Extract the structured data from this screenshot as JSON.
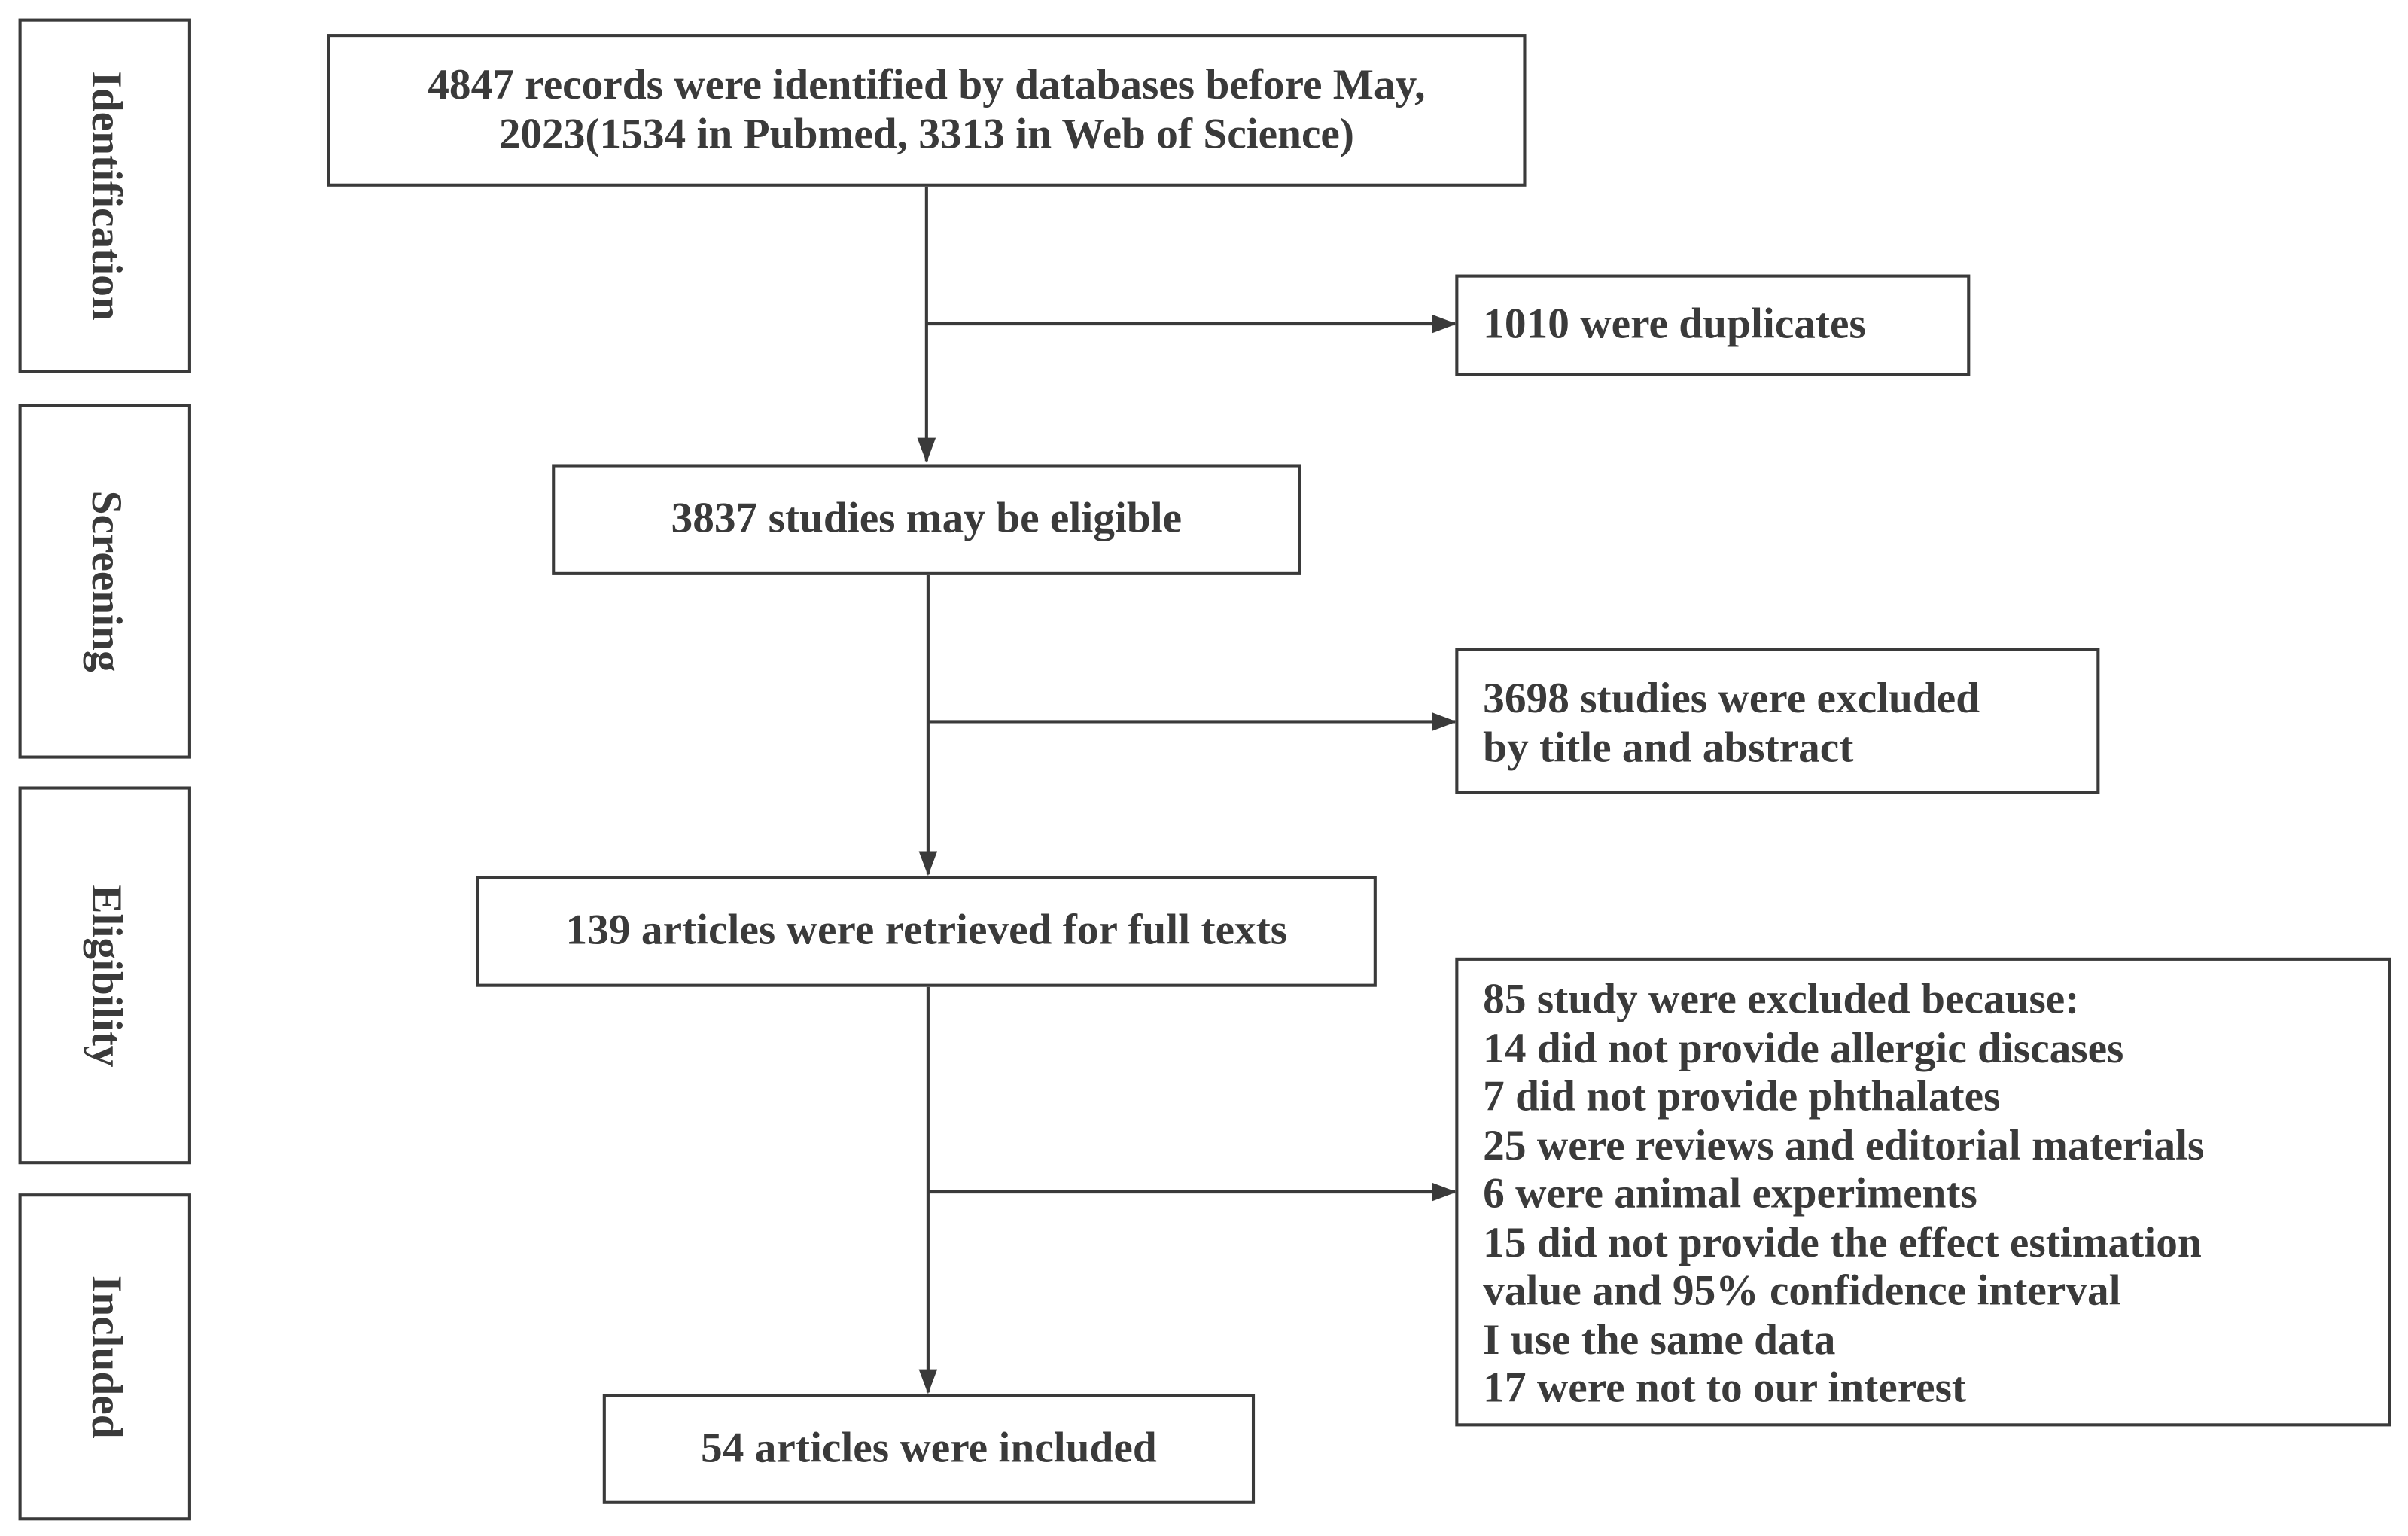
{
  "stages": [
    {
      "id": "identification",
      "label": "Identification"
    },
    {
      "id": "screening",
      "label": "Screening"
    },
    {
      "id": "eligibility",
      "label": "Eligibility"
    },
    {
      "id": "included",
      "label": "Included"
    }
  ],
  "flow": {
    "identified": {
      "lines": [
        "4847 records were identified by databases before May,",
        "2023(1534 in Pubmed, 3313 in Web of Science)"
      ]
    },
    "duplicates": {
      "text": "1010 were duplicates"
    },
    "eligible": {
      "text": "3837 studies may be eligible"
    },
    "title_abstract_excluded": {
      "lines": [
        "3698 studies were excluded",
        "by title and abstract"
      ]
    },
    "full_text": {
      "text": "139 articles were retrieved for full texts"
    },
    "full_text_excluded": {
      "lines": [
        "85 study were excluded because:",
        "14 did not provide allergic discases",
        "7 did not provide phthalates",
        "25 were reviews and editorial materials",
        "6 were animal experiments",
        "15 did not provide the effect estimation",
        "value and 95% confidence interval",
        "I use the same data",
        "17 were not to our interest"
      ]
    },
    "included": {
      "text": "54 articles were included"
    }
  }
}
